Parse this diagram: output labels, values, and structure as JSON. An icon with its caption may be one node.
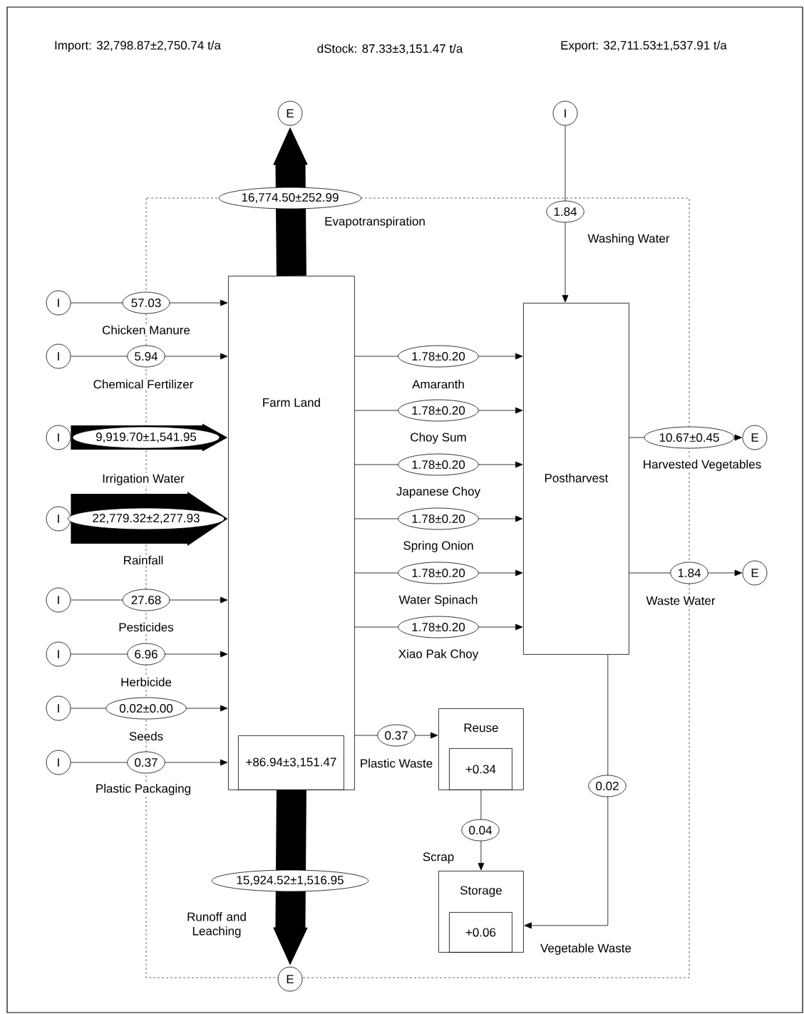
{
  "diagram": {
    "nodes": [
      {
        "text": [
          "E"
        ]
      },
      {
        "text": [
          "I"
        ]
      },
      {
        "text": [
          "Farm Land"
        ]
      },
      {
        "text": [
          "+86.94±3,151.47"
        ],
        "in": 2
      },
      {
        "text": [
          "Postharvest"
        ]
      },
      {
        "text": [
          "I"
        ]
      },
      {
        "text": [
          "I"
        ]
      },
      {
        "text": [
          "I"
        ]
      },
      {
        "text": [
          "I"
        ]
      },
      {
        "text": [
          "I"
        ]
      },
      {
        "text": [
          "I"
        ]
      },
      {
        "text": [
          "I"
        ]
      },
      {
        "text": [
          "I"
        ]
      },
      {
        "text": [
          "E"
        ]
      },
      {
        "text": [
          "E"
        ]
      },
      {
        "text": [
          "Reuse"
        ]
      },
      {
        "text": [
          "+0.34"
        ],
        "in": 15
      },
      {
        "text": [
          "Storage"
        ]
      },
      {
        "text": [
          "+0.06"
        ],
        "in": 17
      },
      {
        "text": [
          "E"
        ]
      }
    ],
    "edges": [
      {
        "from": 2,
        "to": 0,
        "arrow": "to",
        "label": "16,774.50±252.99",
        "style": "thick"
      },
      {
        "from": 1,
        "to": 4,
        "arrow": "to",
        "label": "1.84"
      },
      {
        "from": 5,
        "to": 2,
        "arrow": "to",
        "label": "57.03"
      },
      {
        "from": 6,
        "to": 2,
        "arrow": "to",
        "label": "5.94"
      },
      {
        "from": 7,
        "to": 2,
        "arrow": "to",
        "label": "9,919.70±1,541.95",
        "style": "thick"
      },
      {
        "from": 8,
        "to": 2,
        "arrow": "to",
        "label": "22,779.32±2,277.93",
        "style": "thick"
      },
      {
        "from": 9,
        "to": 2,
        "arrow": "to",
        "label": "27.68"
      },
      {
        "from": 10,
        "to": 2,
        "arrow": "to",
        "label": "6.96"
      },
      {
        "from": 11,
        "to": 2,
        "arrow": "to",
        "label": "0.02±0.00"
      },
      {
        "from": 12,
        "to": 2,
        "arrow": "to",
        "label": "0.37"
      },
      {
        "from": 2,
        "to": 4,
        "arrow": "to",
        "label": "1.78±0.20"
      },
      {
        "from": 2,
        "to": 4,
        "arrow": "to",
        "label": "1.78±0.20"
      },
      {
        "from": 2,
        "to": 4,
        "arrow": "to",
        "label": "1.78±0.20"
      },
      {
        "from": 2,
        "to": 4,
        "arrow": "to",
        "label": "1.78±0.20"
      },
      {
        "from": 2,
        "to": 4,
        "arrow": "to",
        "label": "1.78±0.20"
      },
      {
        "from": 2,
        "to": 4,
        "arrow": "to",
        "label": "1.78±0.20"
      },
      {
        "from": 4,
        "to": 13,
        "arrow": "to",
        "label": "10.67±0.45"
      },
      {
        "from": 4,
        "to": 14,
        "arrow": "to",
        "label": "1.84"
      },
      {
        "from": 2,
        "to": 15,
        "arrow": "to",
        "label": "0.37"
      },
      {
        "from": 15,
        "to": 17,
        "arrow": "to",
        "label": "0.04"
      },
      {
        "from": 4,
        "to": 17,
        "arrow": "to",
        "label": "0.02"
      },
      {
        "from": 2,
        "to": 19,
        "arrow": "to",
        "label": "15,924.52±1,516.95",
        "style": "thick"
      }
    ],
    "labels": [
      "Import: 32,798.87±2,750.74 t/a",
      "dStock: 87.33±3,151.47 t/a",
      "Export: 32,711.53±1,537.91 t/a",
      "Evapotranspiration",
      "Washing Water",
      "Chicken Manure",
      "Chemical Fertilizer",
      "Amaranth",
      "Choy Sum",
      "Harvested Vegetables",
      "Irrigation Water",
      "Japanese Choy",
      "Spring Onion",
      "Rainfall",
      "Water Spinach",
      "Waste Water",
      "Pesticides",
      "Xiao Pak Choy",
      "Herbicide",
      "Seeds",
      "Plastic Waste",
      "Plastic Packaging",
      "Scrap",
      "Runoff and Leaching",
      "Vegetable Waste"
    ]
  }
}
